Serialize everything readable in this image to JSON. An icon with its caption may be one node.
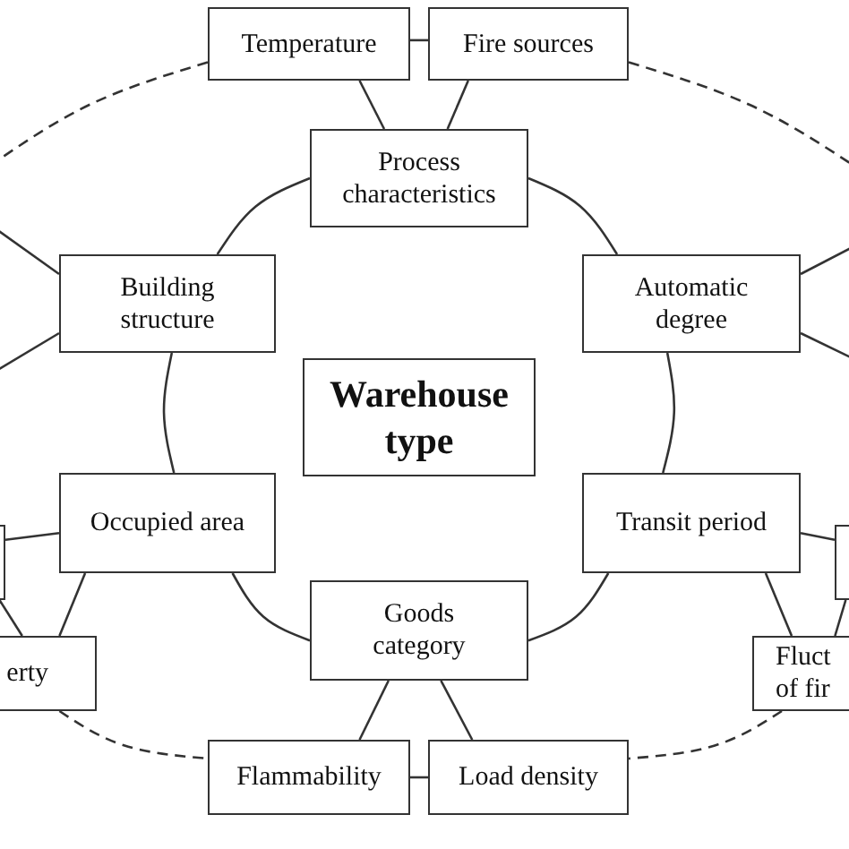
{
  "diagram": {
    "nodes": [
      {
        "text": [
          "Temperature"
        ]
      },
      {
        "text": [
          "Fire sources"
        ]
      },
      {
        "text": [
          "Process characteristics"
        ]
      },
      {
        "text": [
          "Building structure"
        ]
      },
      {
        "text": [
          "Automatic degree"
        ]
      },
      {
        "text": [
          "Warehouse type"
        ]
      },
      {
        "text": [],
        "shape": "box"
      },
      {
        "text": [
          "Occupied area"
        ]
      },
      {
        "text": [
          "Transit period"
        ]
      },
      {
        "text": [],
        "shape": "box"
      },
      {
        "text": [
          "erty"
        ]
      },
      {
        "text": [
          "Goods category"
        ]
      },
      {
        "text": [
          "Fluct of fir"
        ]
      },
      {
        "text": [
          "Flammability"
        ]
      },
      {
        "text": [
          "Load density"
        ]
      }
    ],
    "edges": [
      {
        "from": 0,
        "to": 1,
        "arrow": "none"
      },
      {
        "from": 2,
        "to": 0,
        "arrow": "none"
      },
      {
        "from": 2,
        "to": 1,
        "arrow": "none"
      },
      {
        "from": 2,
        "to": 3,
        "arrow": "none"
      },
      {
        "from": 2,
        "to": 4,
        "arrow": "none"
      },
      {
        "from": 3,
        "to": 7,
        "arrow": "none"
      },
      {
        "from": 4,
        "to": 8,
        "arrow": "none"
      },
      {
        "from": 7,
        "to": 11,
        "arrow": "none"
      },
      {
        "from": 8,
        "to": 11,
        "arrow": "none"
      },
      {
        "from": 11,
        "to": 13,
        "arrow": "none"
      },
      {
        "from": 11,
        "to": 14,
        "arrow": "none"
      },
      {
        "from": 13,
        "to": 14,
        "arrow": "none"
      },
      {
        "from": 7,
        "to": 6,
        "arrow": "none"
      },
      {
        "from": 7,
        "to": 10,
        "arrow": "none"
      },
      {
        "from": 6,
        "to": 10,
        "arrow": "none"
      },
      {
        "from": 8,
        "to": 9,
        "arrow": "none"
      },
      {
        "from": 8,
        "to": 12,
        "arrow": "none"
      },
      {
        "from": 9,
        "to": 12,
        "arrow": "none"
      },
      {
        "from": null,
        "to": 3,
        "arrow": "none"
      },
      {
        "from": null,
        "to": 3,
        "arrow": "none"
      },
      {
        "from": null,
        "to": 4,
        "arrow": "none"
      },
      {
        "from": null,
        "to": 4,
        "arrow": "none"
      },
      {
        "from": 0,
        "to": null,
        "arrow": "none",
        "style": "dashed"
      },
      {
        "from": 1,
        "to": null,
        "arrow": "none",
        "style": "dashed"
      },
      {
        "from": 10,
        "to": 13,
        "arrow": "none",
        "style": "dashed"
      },
      {
        "from": 12,
        "to": 14,
        "arrow": "none",
        "style": "dashed"
      }
    ]
  }
}
